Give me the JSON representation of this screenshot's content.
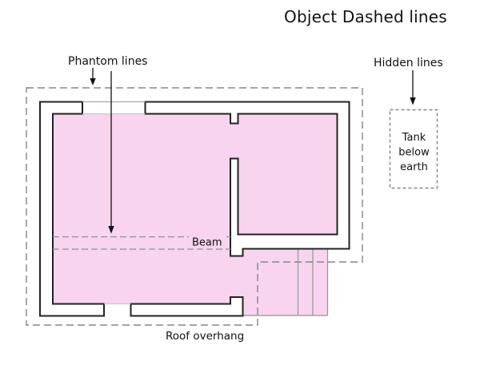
{
  "title": "Object Dashed lines",
  "annotations": {
    "phantom": {
      "label": "Phantom lines"
    },
    "hidden": {
      "label": "Hidden lines"
    },
    "beam": {
      "label": "Beam"
    },
    "roof_overhang": {
      "label": "Roof overhang"
    },
    "tank": {
      "lines": [
        "Tank",
        "below",
        "earth"
      ]
    }
  },
  "colors": {
    "background": "#ffffff",
    "interior_fill": "#F8D4EF",
    "wall_fill": "#ffffff",
    "wall_stroke": "#222222",
    "thin_opening_line": "#999999",
    "pink_edge_line": "#c8c0c8",
    "dash_gray": "#858585",
    "beam_dash": "#8f8f8f",
    "patio_line": "#949494",
    "arrow_black": "#111111"
  }
}
